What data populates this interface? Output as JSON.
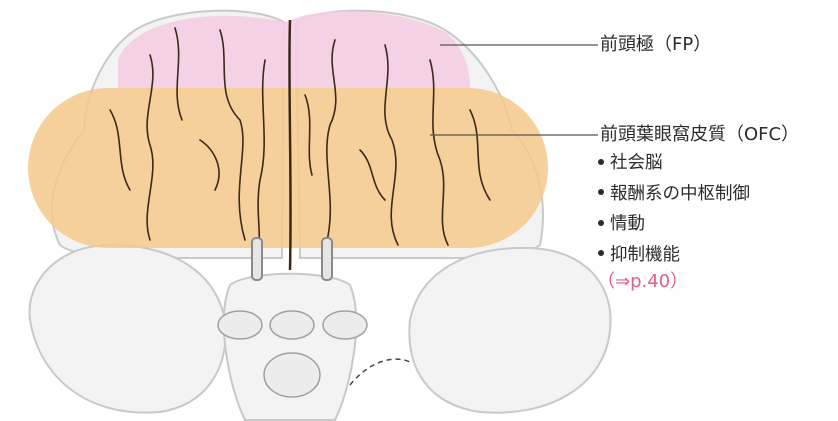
{
  "labels": {
    "fp": "前頭極（FP）",
    "ofc": "前頭葉眼窩皮質（OFC）"
  },
  "ofc_functions": [
    "社会脳",
    "報酬系の中枢制御",
    "情動",
    "抑制機能"
  ],
  "reference": "（⇒p.40）",
  "colors": {
    "fp_region": "#f4cde2",
    "ofc_region": "#f4c98a",
    "reference_text": "#e2608f",
    "label_text": "#2b2b2b",
    "brain_fill": "#f3f3f3",
    "brain_outline": "#c9c9c9",
    "sulcus": "#3a2a1a"
  }
}
